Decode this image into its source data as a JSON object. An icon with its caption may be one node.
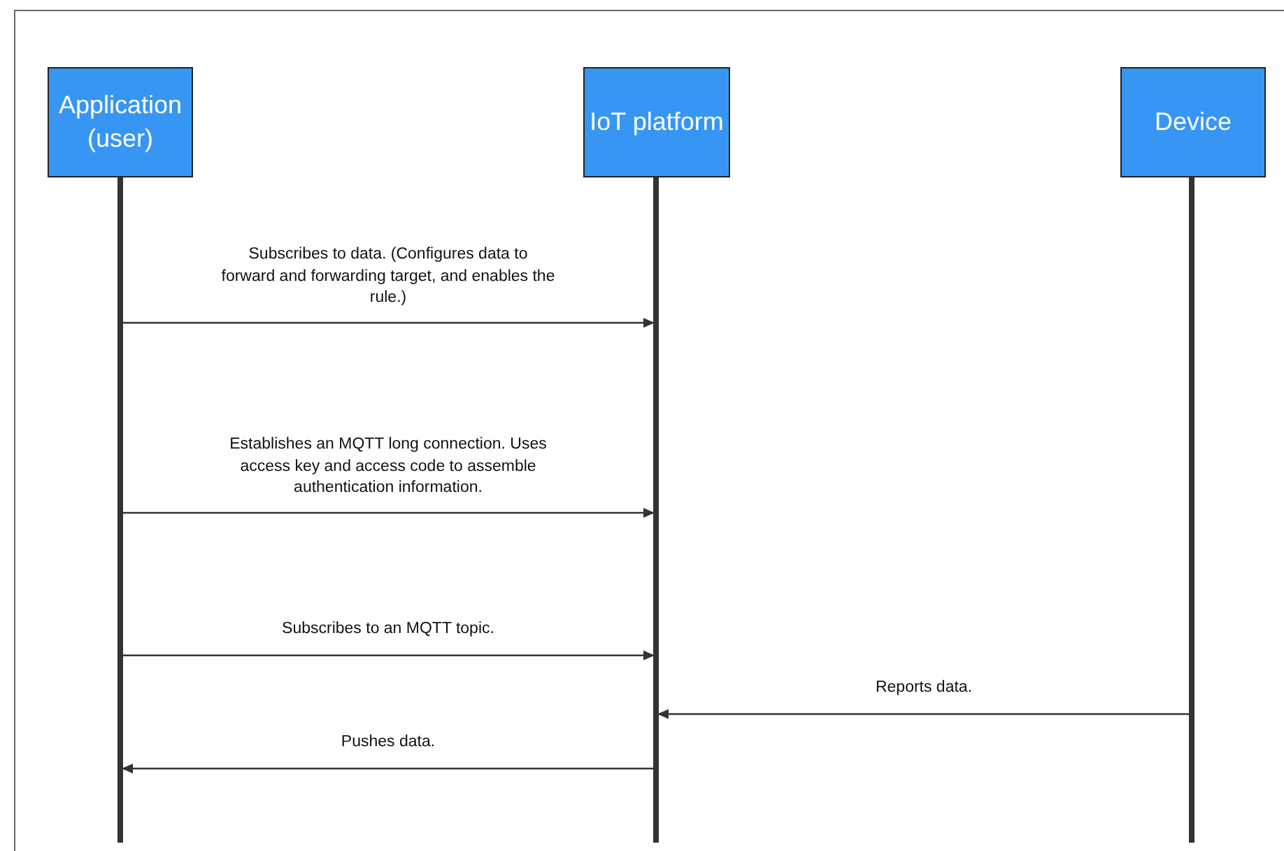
{
  "diagram": {
    "nodes": [
      {
        "text": [
          "Application (user)"
        ]
      },
      {
        "text": [
          "IoT platform"
        ]
      },
      {
        "text": [
          "Device"
        ]
      },
      {
        "text": [],
        "shape": "bar"
      },
      {
        "text": [],
        "shape": "bar"
      },
      {
        "text": [],
        "shape": "bar"
      }
    ],
    "edges": [
      {
        "from": 3,
        "to": 4,
        "arrow": "to",
        "label": "Subscribes to data. (Configures data to forward and forwarding target, and enables the rule.)"
      },
      {
        "from": 3,
        "to": 4,
        "arrow": "to",
        "label": "Establishes an MQTT long connection. Uses access key and access code to assemble authentication information."
      },
      {
        "from": 3,
        "to": 4,
        "arrow": "to",
        "label": "Subscribes to an MQTT topic."
      },
      {
        "from": 5,
        "to": 4,
        "arrow": "to",
        "label": "Reports data."
      },
      {
        "from": 4,
        "to": 3,
        "arrow": "to",
        "label": "Pushes data."
      }
    ]
  }
}
